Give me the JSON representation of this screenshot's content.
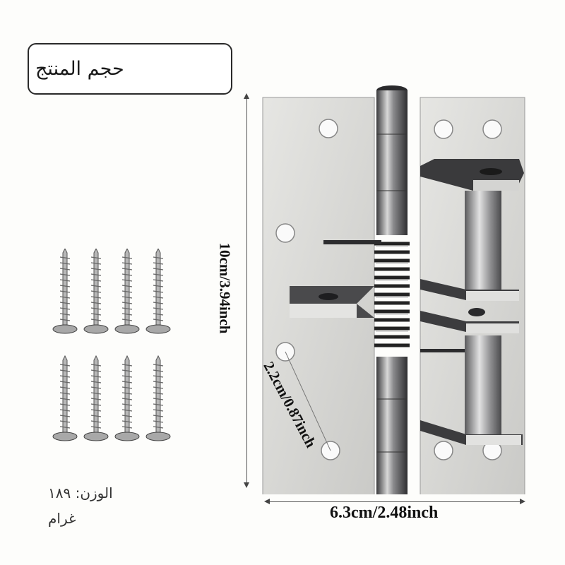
{
  "title": {
    "label": "حجم المنتج"
  },
  "weight": {
    "line1": "الوزن: ١٨٩",
    "line2": "غرام"
  },
  "dimensions": {
    "height": "10cm/3.94inch",
    "width": "6.3cm/2.48inch",
    "hole_spacing": "2.2cm/0.87inch"
  },
  "product": {
    "name": "spring-hinge",
    "screw_count": 8
  },
  "colors": {
    "plate": "#d9d9d6",
    "steel_dark": "#3a3a3c",
    "background": "#fdfdfb"
  }
}
